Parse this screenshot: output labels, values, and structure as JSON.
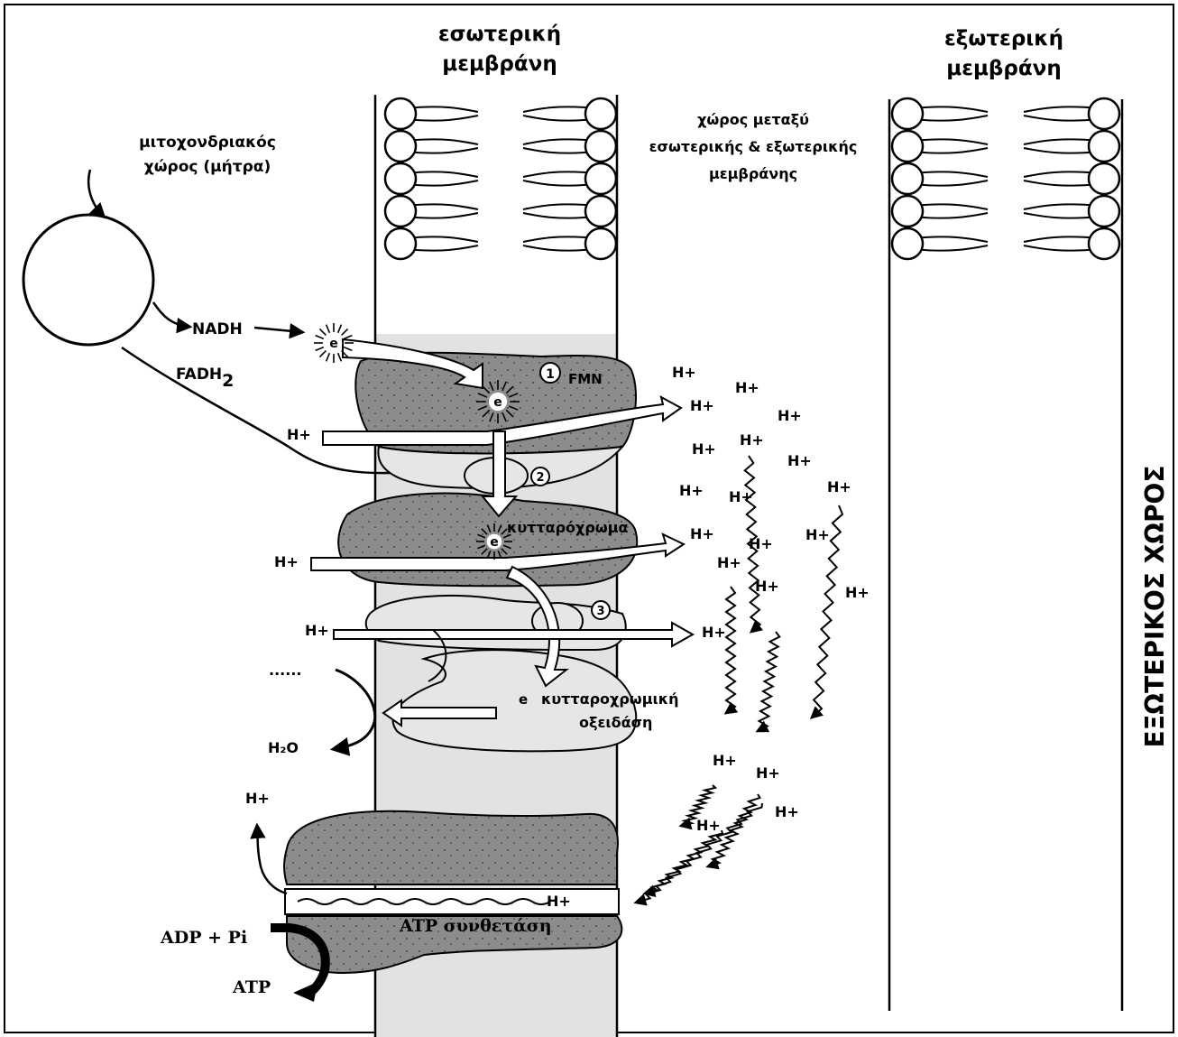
{
  "labels": {
    "inner_membrane": [
      "εσωτερική",
      "μεμβράνη"
    ],
    "outer_membrane": [
      "εξωτερική",
      "μεμβράνη"
    ],
    "matrix": [
      "μιτοχονδριακός",
      "χώρος (μήτρα)"
    ],
    "intermembrane_space": [
      "χώρος μεταξύ",
      "εσωτερικής & εξωτερικής",
      "μεμβράνης"
    ],
    "exterior_space": "ΕΞΩΤΕΡΙΚΟΣ ΧΩΡΟΣ",
    "nadh": "NADH",
    "fadh2_main": "FADH",
    "fadh2_sub": "2",
    "fmn": "FMN",
    "cytochrome": "κυτταρόχρωμα",
    "cytochrome_oxidase": [
      "κυτταροχρωμική",
      "οξειδάση"
    ],
    "electron": "e",
    "h2o": "H₂O",
    "ellipsis": "......",
    "atp_synthase": "ATP  συνθετάση",
    "adp_pi": "ADP + Pi",
    "atp": "ATP",
    "proton": "H+",
    "step1": "1",
    "step2": "2",
    "step3": "3"
  },
  "colors": {
    "protein_dark": "#8c8c8c",
    "protein_light": "#e6e6e6",
    "membrane_fill": "#e2e2e2",
    "line": "#000000"
  }
}
